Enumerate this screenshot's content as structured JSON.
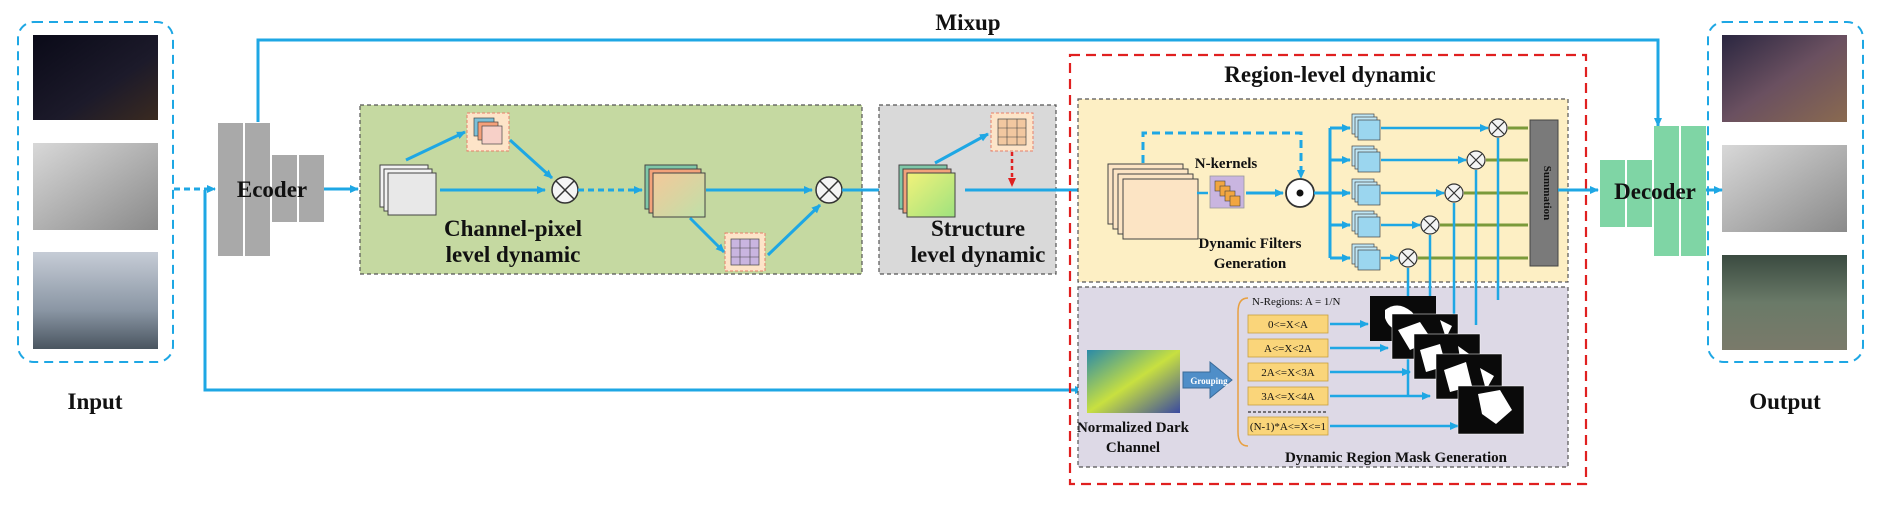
{
  "input_label": "Input",
  "output_label": "Output",
  "mixup_label": "Mixup",
  "encoder_label": "Ecoder",
  "decoder_label": "Decoder",
  "channel_pixel": {
    "line1": "Channel-pixel",
    "line2": "level dynamic"
  },
  "structure": {
    "line1": "Structure",
    "line2": "level dynamic"
  },
  "region": {
    "title": "Region-level dynamic",
    "n_kernels": "N-kernels",
    "dyn_filters_line1": "Dynamic Filters",
    "dyn_filters_line2": "Generation",
    "summation": "Summation",
    "n_regions": "N-Regions:  A = 1/N",
    "grouping": "Grouping",
    "ranges": [
      "0<=X<A",
      "A<=X<2A",
      "2A<=X<3A",
      "3A<=X<4A",
      "(N-1)*A<=X<=1"
    ],
    "ndc_line1": "Normalized Dark",
    "ndc_line2": "Channel",
    "mask_gen": "Dynamic Region Mask Generation"
  },
  "colors": {
    "arrow": "#1ea7e4",
    "green_panel": "#c5d9a1",
    "gray_panel": "#d9d9d9",
    "yellow_panel": "#fdefc4",
    "purple_panel": "#ddd9e6",
    "red_dash": "#e02020",
    "encoder": "#a9a9a9",
    "decoder": "#7fd5a5"
  }
}
